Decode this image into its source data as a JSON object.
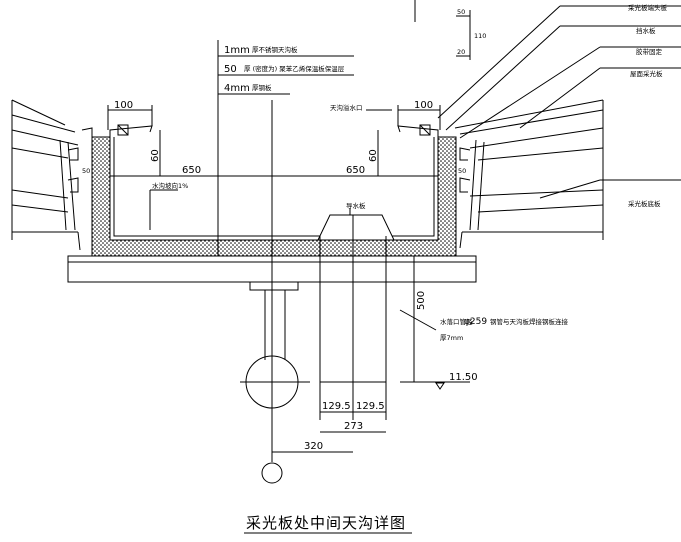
{
  "title": "采光板处中间天沟详图",
  "layers": {
    "layer1": "1mm",
    "layer1_desc": "厚不锈钢天沟板",
    "layer2": "50",
    "layer2_desc": "厚 (密度为) 聚苯乙烯保温板保温层",
    "layer3": "4mm",
    "layer3_desc": "厚钢板"
  },
  "dims": {
    "flange_left": "100",
    "flange_right": "100",
    "depth_left": "60",
    "depth_right": "60",
    "width_left": "650",
    "width_right": "650",
    "wall_left": "50",
    "wall_right": "50",
    "top_50": "50",
    "top_110": "110",
    "top_20": "20",
    "height_500": "500",
    "half_w_left": "129.5",
    "half_w_right": "129.5",
    "full_w": "273",
    "offset": "320",
    "elevation": "11.50"
  },
  "labels": {
    "right_1": "采光板端头板",
    "right_2": "挡水板",
    "right_3": "胶带固定",
    "right_4": "屋面采光板",
    "right_5": "采光板底板",
    "overflow": "天沟溢水口",
    "drain": "导水板",
    "water_outlet": "水落口管径",
    "pipe_spec": "φ259",
    "pipe_desc": "钢管与天沟板焊接钢板连接",
    "thickness": "厚7mm"
  }
}
